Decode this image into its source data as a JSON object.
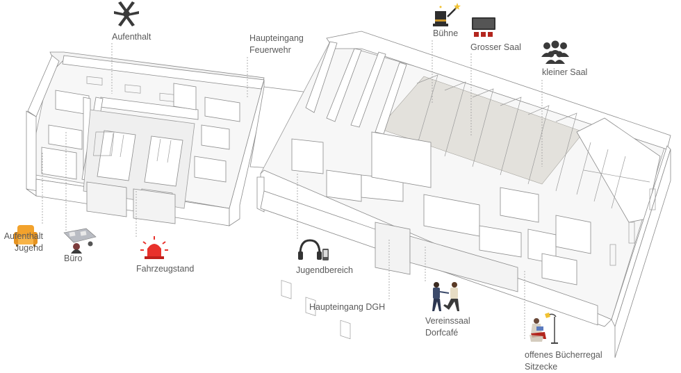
{
  "labels": {
    "aufenthalt": "Aufenthalt",
    "haupteingang_feuerwehr": [
      "Haupteingang",
      "Feuerwehr"
    ],
    "buehne": "Bühne",
    "grosser_saal": "Grosser Saal",
    "kleiner_saal": "kleiner Saal",
    "aufenthalt_jugend": [
      "Aufenthalt",
      "Jugend"
    ],
    "buero": "Büro",
    "fahrzeugstand": "Fahrzeugstand",
    "jugendbereich": "Jugendbereich",
    "haupteingang_dgh": "Haupteingang DGH",
    "vereinssaal": [
      "Vereinssaal",
      "Dorfcafé"
    ],
    "buecherregal": [
      "offenes Bücherregal",
      "Sitzecke"
    ]
  },
  "icons": {
    "aufenthalt": "hands-together-icon",
    "buehne": "magic-hat-icon",
    "grosser_saal": "screen-stage-icon",
    "kleiner_saal": "group-people-icon",
    "aufenthalt_jugend": "armchair-icon",
    "buero": "desk-meeting-icon",
    "fahrzeugstand": "siren-icon",
    "jugendbereich": "headphones-phone-icon",
    "vereinssaal": "people-talking-icon",
    "buecherregal": "reading-lamp-icon"
  },
  "colors": {
    "armchair": "#f2a22c",
    "siren": "#e8312b",
    "screen": "#b3261e",
    "stage_floor": "#e3e1dc"
  }
}
